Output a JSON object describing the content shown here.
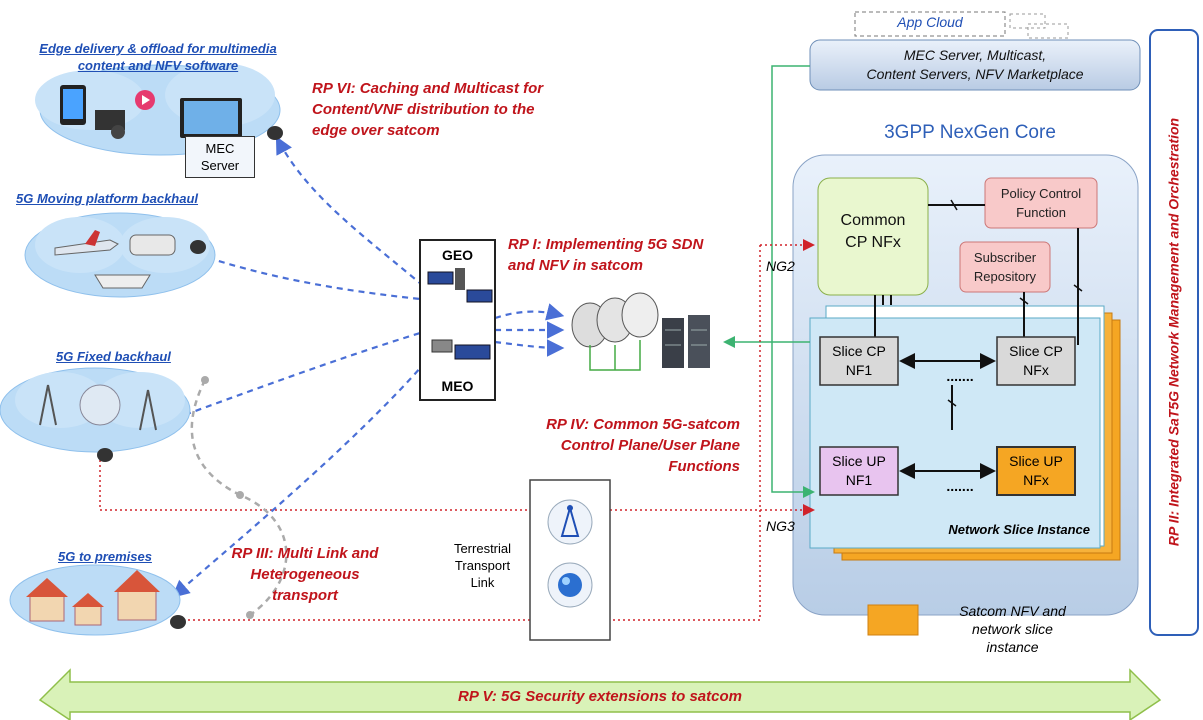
{
  "app_cloud": "App Cloud",
  "mec_cloud": {
    "line1": "MEC Server, Multicast,",
    "line2": "Content Servers, NFV Marketplace"
  },
  "core_title": "3GPP NexGen Core",
  "common_cp": {
    "line1": "Common",
    "line2": "CP NFx"
  },
  "policy": {
    "line1": "Policy Control",
    "line2": "Function"
  },
  "subscriber": {
    "line1": "Subscriber",
    "line2": "Repository"
  },
  "slice_cp_nf1": {
    "line1": "Slice CP",
    "line2": "NF1"
  },
  "slice_cp_nfx": {
    "line1": "Slice CP",
    "line2": "NFx"
  },
  "slice_up_nf1": {
    "line1": "Slice UP",
    "line2": "NF1"
  },
  "slice_up_nfx": {
    "line1": "Slice UP",
    "line2": "NFx"
  },
  "dots": ".......",
  "nsi_label": "Network Slice Instance",
  "ng2": "NG2",
  "ng3": "NG3",
  "legend": {
    "line1": "Satcom NFV and",
    "line2": "network slice",
    "line3": "instance",
    "color": "#f5a623"
  },
  "rp_vi": {
    "line1": "RP VI: Caching and Multicast for",
    "line2": "Content/VNF distribution to the",
    "line3": "edge over satcom"
  },
  "rp_i": {
    "line1": "RP I: Implementing 5G SDN",
    "line2": "and NFV in satcom"
  },
  "rp_iv": {
    "line1": "RP IV: Common 5G-satcom",
    "line2": "Control Plane/User Plane",
    "line3": "Functions"
  },
  "rp_iii": {
    "line1": "RP III: Multi Link and",
    "line2": "Heterogeneous",
    "line3": "transport"
  },
  "rp_v": "RP V: 5G Security extensions to satcom",
  "rp_ii": "RP II: Integrated SaT5G Network Management and Orchestration",
  "edge_title": {
    "line1": "Edge delivery & offload for multimedia",
    "line2": "content and NFV software"
  },
  "mec_server": {
    "line1": "MEC",
    "line2": "Server"
  },
  "moving_title": "5G Moving platform backhaul",
  "fixed_title": "5G Fixed backhaul",
  "premises_title": "5G to premises",
  "geo": "GEO",
  "meo": "MEO",
  "terrestrial": {
    "line1": "Terrestrial",
    "line2": "Transport",
    "line3": "Link"
  },
  "icons": [
    "satellite-icon",
    "dish-antenna-icon",
    "server-rack-icon",
    "tower-icon",
    "fiber-icon",
    "house-icon",
    "plane-icon",
    "tablet-icon",
    "tv-icon"
  ]
}
